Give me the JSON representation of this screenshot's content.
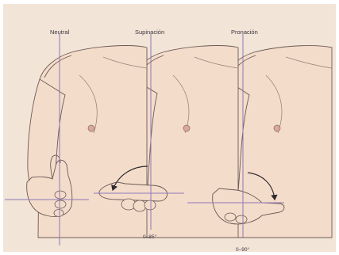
{
  "panels": [
    {
      "label": "Neutral",
      "range": ""
    },
    {
      "label": "Supinación",
      "range": "0–85°"
    },
    {
      "label": "Pronación",
      "range": "0–90°"
    }
  ],
  "colors": {
    "background": "#f2e4d6",
    "skin": "#f4dccb",
    "outline": "#6b5a55",
    "axis": "#8e79b8",
    "rotation_arrow": "#2f2a30"
  }
}
